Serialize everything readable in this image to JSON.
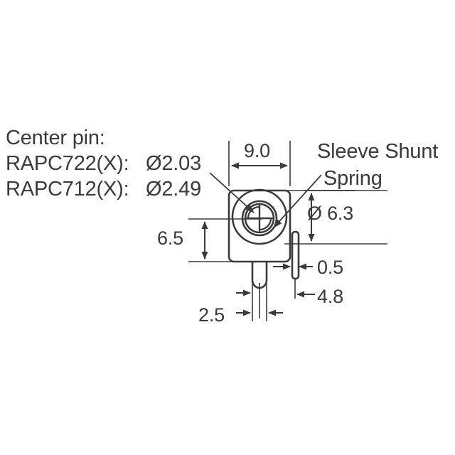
{
  "drawing": {
    "type": "mechanical-dimension-drawing",
    "subject": "DC power jack connector front view",
    "line_color": "#3a3a3a",
    "background_color": "#ffffff",
    "units": "mm"
  },
  "notes": {
    "center_pin_heading": "Center pin:",
    "part_rows": [
      {
        "part": "RAPC722(X):",
        "diameter": "Ø2.03"
      },
      {
        "part": "RAPC712(X):",
        "diameter": "Ø2.49"
      }
    ]
  },
  "callouts": {
    "sleeve_shunt": "Sleeve Shunt",
    "spring": "Spring"
  },
  "dimensions": {
    "width": "9.0",
    "height": "6.5",
    "barrel_diameter": "Ø 6.3",
    "shunt_thickness": "0.5",
    "shunt_offset": "4.8",
    "pin_width": "2.5"
  }
}
